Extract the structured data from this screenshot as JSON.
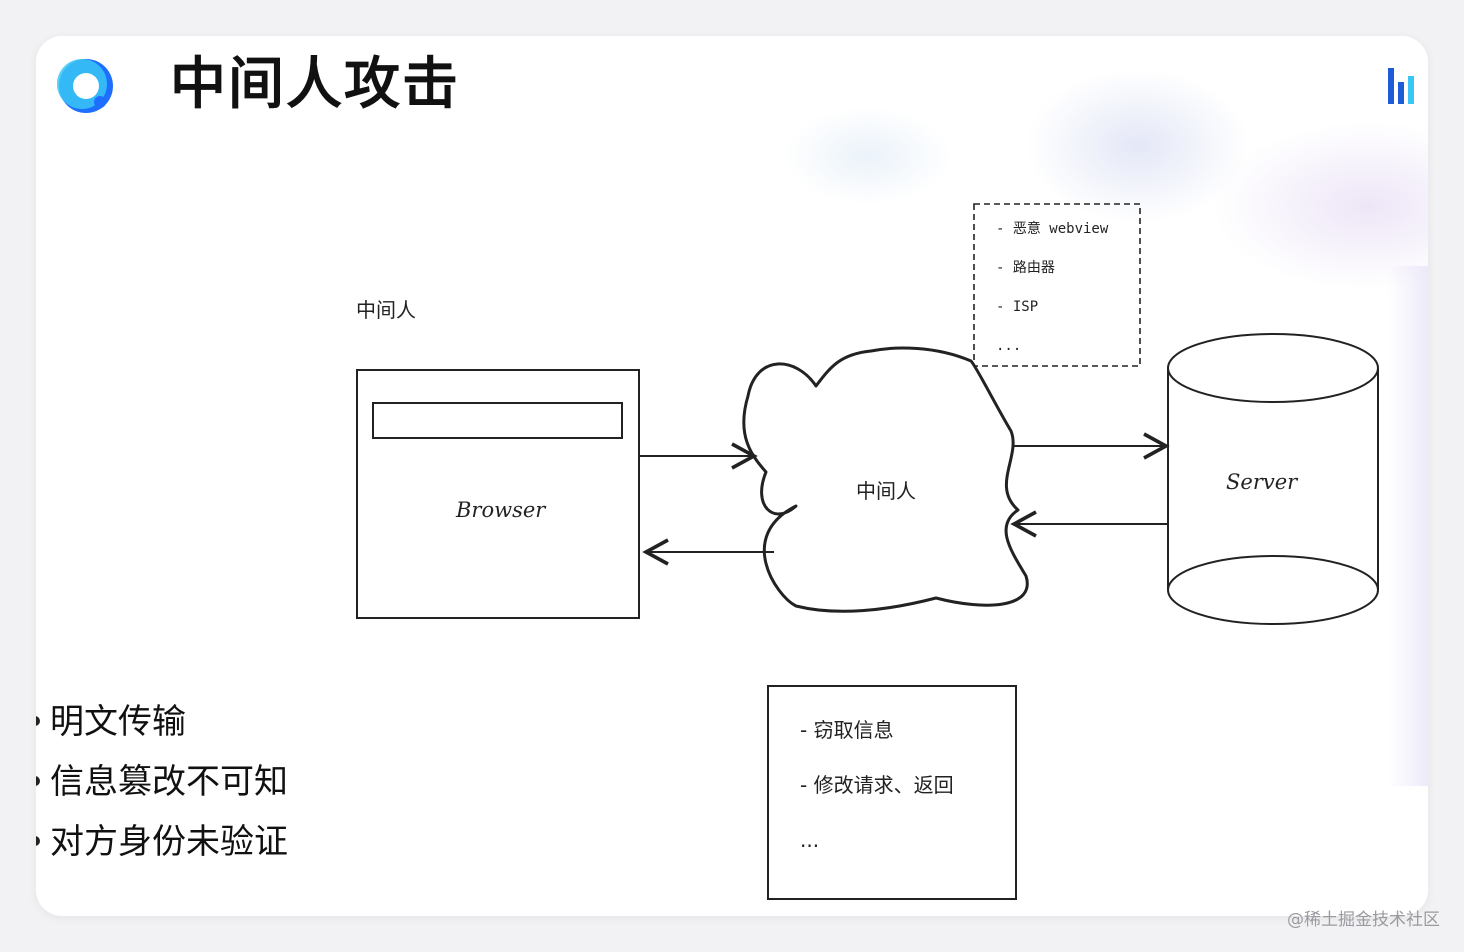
{
  "slide": {
    "title": "中间人攻击",
    "mitm_caption": "中间人"
  },
  "diagram": {
    "browser_label": "Browser",
    "cloud_label": "中间人",
    "server_label": "Server",
    "mitm_types": [
      "- 恶意 webview",
      "- 路由器",
      "- ISP",
      "..."
    ],
    "attack_effects": [
      "- 窃取信息",
      "- 修改请求、返回",
      "..."
    ]
  },
  "bullets": [
    "明文传输",
    "信息篡改不可知",
    "对方身份未验证"
  ],
  "watermark": "@稀土掘金技术社区",
  "colors": {
    "logo_blue": "#1e6fff",
    "logo_cyan": "#38c6f4",
    "stroke": "#222222"
  }
}
